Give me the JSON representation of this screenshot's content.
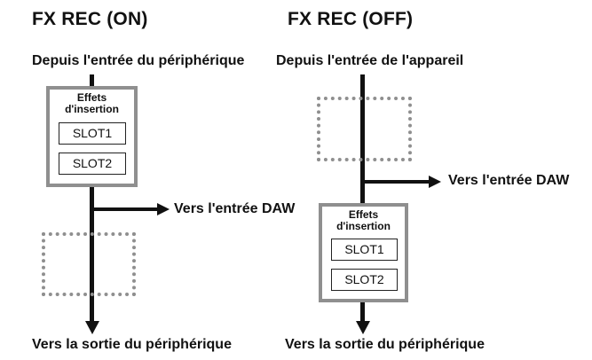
{
  "left": {
    "title": "FX REC (ON)",
    "input_label": "Depuis l'entrée du périphérique",
    "effects_box": {
      "title_line1": "Effets",
      "title_line2": "d'insertion",
      "slots": [
        "SLOT1",
        "SLOT2"
      ]
    },
    "daw_label": "Vers l'entrée DAW",
    "output_label": "Vers la sortie du périphérique"
  },
  "right": {
    "title": "FX REC (OFF)",
    "input_label": "Depuis l'entrée de l'appareil",
    "effects_box": {
      "title_line1": "Effets",
      "title_line2": "d'insertion",
      "slots": [
        "SLOT1",
        "SLOT2"
      ]
    },
    "daw_label": "Vers l'entrée DAW",
    "output_label": "Vers la sortie du périphérique"
  },
  "colors": {
    "line": "#111111",
    "box_border": "#8f8f8f"
  }
}
